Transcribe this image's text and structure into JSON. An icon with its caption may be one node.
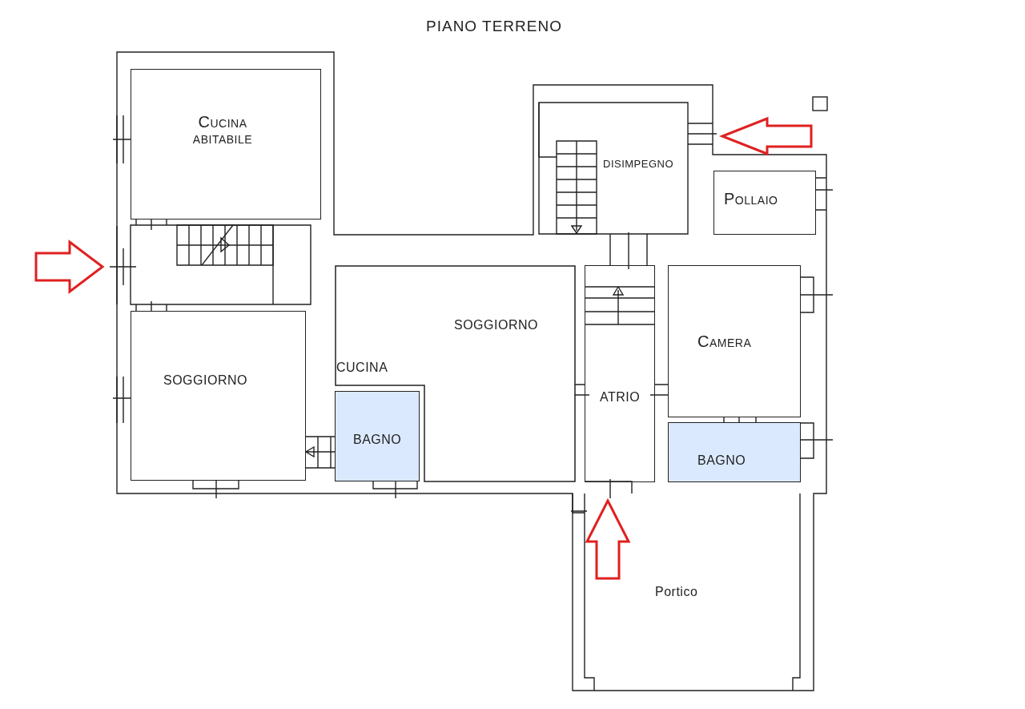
{
  "diagram": {
    "title": "PIANO TERRENO",
    "nodes": [
      {
        "text": [
          "Cucina abitabile"
        ]
      },
      {
        "text": [
          "DISIMPEGNO"
        ]
      },
      {
        "text": [
          "Pollaio"
        ]
      },
      {
        "text": [
          "SOGGIORNO"
        ]
      },
      {
        "text": [
          "SOGGIORNO",
          "CUCINA"
        ]
      },
      {
        "text": [
          "BAGNO"
        ]
      },
      {
        "text": [
          "ATRIO"
        ]
      },
      {
        "text": [
          "Camera"
        ]
      },
      {
        "text": [
          "BAGNO"
        ]
      },
      {
        "text": [
          "Portico"
        ]
      }
    ],
    "edges": []
  }
}
